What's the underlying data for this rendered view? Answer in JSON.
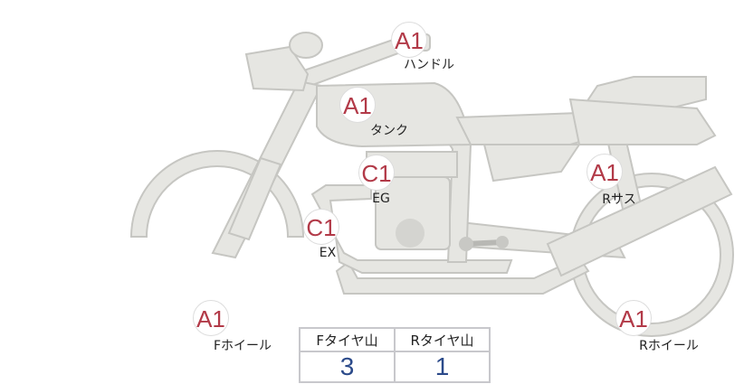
{
  "parts": [
    {
      "id": "handle",
      "grade": "A1",
      "label": "ハンドル"
    },
    {
      "id": "tank",
      "grade": "A1",
      "label": "タンク"
    },
    {
      "id": "engine",
      "grade": "C1",
      "label": "EG"
    },
    {
      "id": "exhaust",
      "grade": "C1",
      "label": "EX"
    },
    {
      "id": "rear-suspension",
      "grade": "A1",
      "label": "Rサス"
    },
    {
      "id": "front-wheel",
      "grade": "A1",
      "label": "Fホイール"
    },
    {
      "id": "rear-wheel",
      "grade": "A1",
      "label": "Rホイール"
    }
  ],
  "tire_table": {
    "headers": [
      "Fタイヤ山",
      "Rタイヤ山"
    ],
    "values": [
      "3",
      "1"
    ]
  },
  "colors": {
    "grade": "#b23a48",
    "value": "#2b4a8a",
    "body_fill": "#e6e6e2",
    "body_stroke": "#c6c6c2"
  }
}
